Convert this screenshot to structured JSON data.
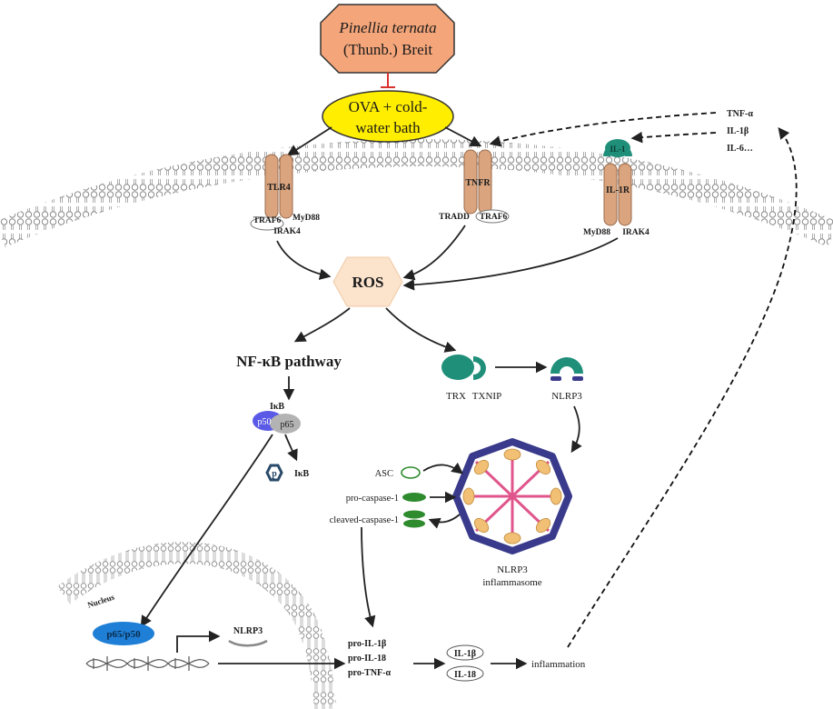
{
  "herb": {
    "name": "Pinellia ternata",
    "author": "(Thunb.) Breit"
  },
  "stimulus": {
    "line1": "OVA + cold-",
    "line2": "water bath"
  },
  "receptors": {
    "tlr4": {
      "label": "TLR4",
      "adaptors": [
        "TRAF6",
        "MyD88",
        "IRAK4"
      ]
    },
    "tnfr": {
      "label": "TNFR",
      "adaptors": [
        "TRADD",
        "TRAF6"
      ]
    },
    "il1r": {
      "label": "IL-1R",
      "ligand": "IL-1",
      "adaptors": [
        "MyD88",
        "IRAK4"
      ]
    }
  },
  "cytokines": [
    "TNF-α",
    "IL-1β",
    "IL-6…"
  ],
  "ros": "ROS",
  "nfkb": {
    "title": "NF-κB pathway",
    "ikb": "IκB",
    "p50": "p50",
    "p65": "p65",
    "phospho": "p",
    "ikb_p": "IκB"
  },
  "trx_txnip": {
    "trx": "TRX",
    "txnip": "TXNIP"
  },
  "nlrp3": "NLRP3",
  "inflammasome": {
    "components": [
      "ASC",
      "pro-caspase-1",
      "cleaved-caspase-1"
    ],
    "label_line1": "NLRP3",
    "label_line2": "inflammasome"
  },
  "nucleus": {
    "label": "Nucleus",
    "complex": "p65/p50",
    "gene_product": "NLRP3"
  },
  "pro_cytokines": [
    "pro-IL-1β",
    "pro-IL-18",
    "pro-TNF-α"
  ],
  "mature_cytokines": [
    "IL-1β",
    "IL-18"
  ],
  "outcome": "inflammation",
  "colors": {
    "herb_fill": "#f4a57a",
    "stimulus_fill": "#ffee00",
    "receptor_fill": "#d9a47e",
    "ros_fill": "#fbe3cc",
    "p50_fill": "#5a5ae6",
    "p65_fill": "#b3b3b3",
    "teal": "#1f8f7a",
    "green": "#2e8b2e",
    "complex_fill": "#1f7fd6",
    "inflammasome_ring": "#3a3a8c",
    "inflammasome_spoke": "#e0558c",
    "inflammasome_bead": "#f2c074",
    "inhibit": "#d93030"
  }
}
